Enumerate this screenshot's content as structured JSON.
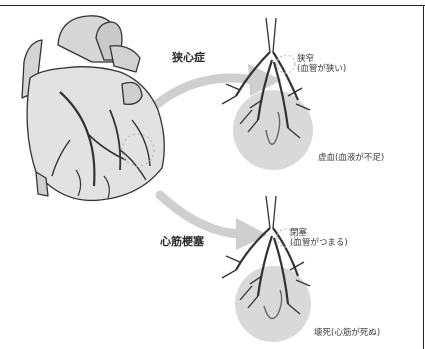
{
  "angina": {
    "title": "狭心症",
    "status_line1": "狭窄",
    "status_line2": "(血管が狭い)",
    "result": "虚血(血液が不足)"
  },
  "infarction": {
    "title": "心筋梗塞",
    "status_line1": "閉塞",
    "status_line2": "(血管がつまる)",
    "result": "壊死(心筋が死ぬ)"
  }
}
